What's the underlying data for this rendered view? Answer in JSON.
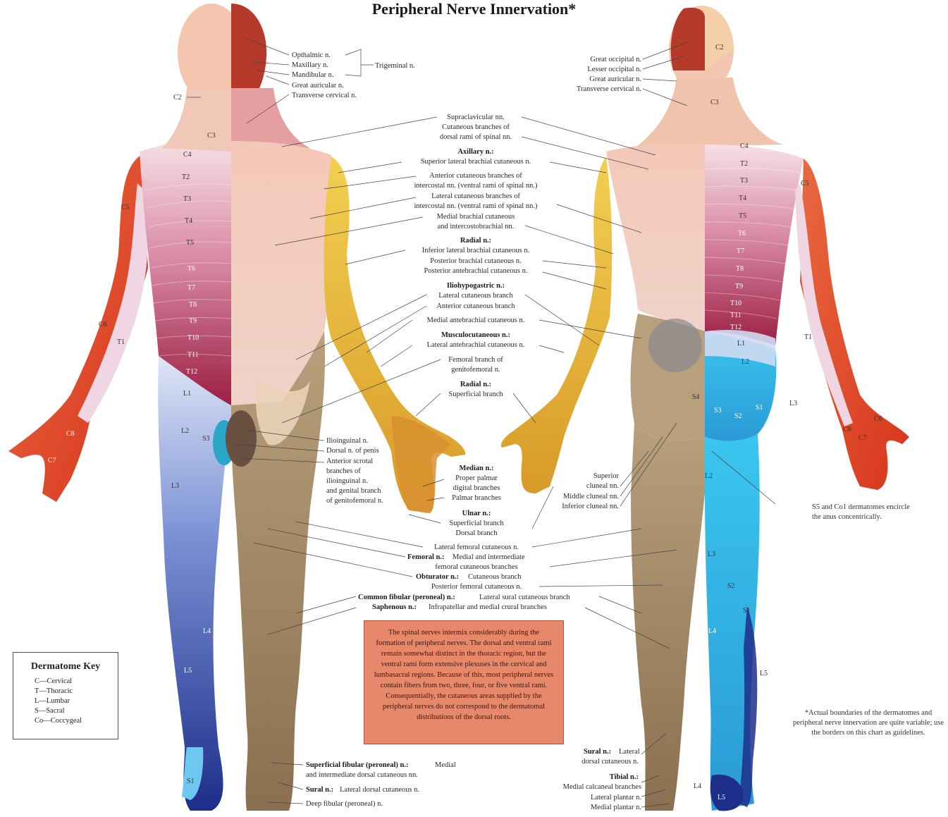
{
  "title": "Peripheral Nerve Innervation*",
  "key": {
    "title": "Dermatome Key",
    "items": [
      "C—Cervical",
      "T—Thoracic",
      "L—Lumbar",
      "S—Sacral",
      "Co—Coccygeal"
    ]
  },
  "info_box": "The spinal nerves intermix considerably during the formation of peripheral nerves. The dorsal and ventral rami remain somewhat distinct in the thoracic region, but the ventral rami form extensive plexuses in the cervical and lumbasacral regions. Because of this, most peripheral nerves contain fibers from two, three, four, or five ventral rami. Consequentially, the cutaneous areas supplied by the peripheral nerves do not correspond to the dermatomal distributions of the dorsal roots.",
  "footnote": "*Actual boundaries of the dermatomes and peripheral nerve innervation are quite variable; use the borders on this chart as guidelines.",
  "anus_note": "S5 and Co1 dermatomes encircle the anus concentrically.",
  "head_front": {
    "ophthalmic": "Opthalmic n.",
    "maxillary": "Maxillary n.",
    "mandibular": "Mandibular n.",
    "trigeminal": "Trigeminal n.",
    "great_auricular": "Great auricular n.",
    "transverse_cervical": "Transverse cervical n."
  },
  "head_back": {
    "great_occipital": "Great occipital n.",
    "lesser_occipital": "Lesser occipital n.",
    "great_auricular": "Great auricular n.",
    "transverse_cervical": "Transverse cervical n."
  },
  "center_labels": {
    "supraclavicular": "Supraclavicular nn.",
    "cutaneous_dorsal_1": "Cutaneous branches of",
    "cutaneous_dorsal_2": "dorsal rami of spinal nn.",
    "axillary": "Axillary n.:",
    "sup_lat_brachial": "Superior lateral brachial cutaneous n.",
    "ant_cut_1": "Anterior cutaneous branches of",
    "ant_cut_2": "intercostal nn. (ventral rami of spinal nn.)",
    "lat_cut_1": "Lateral cutaneous branches of",
    "lat_cut_2": "intercostal nn. (ventral rami of spinal nn.)",
    "medial_brachial_1": "Medial brachial cutaneous",
    "medial_brachial_2": "and intercostobrachial nn.",
    "radial": "Radial n.:",
    "inf_lat_brachial": "Inferior lateral brachial cutaneous n.",
    "post_brachial": "Posterior brachial cutaneous n.",
    "post_antebrachial": "Posterior antebrachial cutaneous n.",
    "iliohypogastric": "Iliohypogastric n.:",
    "lat_cut_branch": "Lateral cutaneous branch",
    "ant_cut_branch": "Anterior cutaneous branch",
    "medial_antebrachial": "Medial antebrachial cutaneous n.",
    "musculocutaneous": "Musculocutaneous n.:",
    "lat_antebrachial": "Lateral antebrachial cutaneous n.",
    "femoral_branch_1": "Femoral branch of",
    "femoral_branch_2": "genitofemoral n.",
    "radial2": "Radial n.:",
    "superficial_branch": "Superficial branch",
    "ilioinguinal": "Ilioinguinal n.",
    "dorsal_penis": "Dorsal n. of penis",
    "ant_scrotal_1": "Anterior scrotal",
    "ant_scrotal_2": "branches of",
    "ant_scrotal_3": "ilioinguinal n.",
    "ant_scrotal_4": "and genital branch",
    "ant_scrotal_5": "of genitofemoral n.",
    "median": "Median n.:",
    "proper_palmar_1": "Proper palmar",
    "proper_palmar_2": "digital branches",
    "palmar_branches": "Palmar branches",
    "ulnar": "Ulnar n.:",
    "ulnar_superficial": "Superficial branch",
    "ulnar_dorsal": "Dorsal branch",
    "superior_cluneal_1": "Superior",
    "superior_cluneal_2": "cluneal nn.",
    "middle_cluneal": "Middle cluneal nn.",
    "inferior_cluneal": "Inferior cluneal nn.",
    "lat_femoral": "Lateral femoral cutaneous n.",
    "femoral_n": "Femoral n.:",
    "femoral_medial_1": "Medial and intermediate",
    "femoral_medial_2": "femoral cutaneous branches",
    "obturator": "Obturator n.:",
    "obturator_branch": "Cutaneous branch",
    "post_femoral": "Posterior femoral cutaneous n.",
    "common_fibular": "Common fibular (peroneal) n.:",
    "common_fibular_branch": "Lateral sural cutaneous branch",
    "saphenous": "Saphenous n.:",
    "saphenous_branch": "Infrapatellar and medial crural branches"
  },
  "foot_labels": {
    "sup_fibular": "Superficial fibular (peroneal) n.:",
    "sup_fibular_text_1": "Medial",
    "sup_fibular_text_2": "and intermediate dorsal cutaneous nn.",
    "sural_front": "Sural n.:",
    "sural_front_text": "Lateral dorsal cutaneous n.",
    "deep_fibular": "Deep fibular (peroneal) n.",
    "sural_back": "Sural n.:",
    "sural_back_text_1": "Lateral",
    "sural_back_text_2": "dorsal cutaneous n.",
    "tibial": "Tibial n.:",
    "medial_calcaneal": "Medial calcaneal branches",
    "lateral_plantar": "Lateral plantar n.",
    "medial_plantar": "Medial plantar n."
  },
  "dermatomes_front": {
    "c2": "C2",
    "c3": "C3",
    "c4": "C4",
    "c5": "C5",
    "c6": "C6",
    "c7": "C7",
    "c8": "C8",
    "t1": "T1",
    "t2": "T2",
    "t3": "T3",
    "t4": "T4",
    "t5": "T5",
    "t6": "T6",
    "t7": "T7",
    "t8": "T8",
    "t9": "T9",
    "t10": "T10",
    "t11": "T11",
    "t12": "T12",
    "l1": "L1",
    "l2": "L2",
    "l3": "L3",
    "l4": "L4",
    "l5": "L5",
    "s1": "S1",
    "s3": "S3"
  },
  "dermatomes_back": {
    "c2": "C2",
    "c3": "C3",
    "c4": "C4",
    "c5": "C5",
    "c6": "C6",
    "c7": "C7",
    "c8": "C8",
    "t1": "T1",
    "t2": "T2",
    "t3": "T3",
    "t4": "T4",
    "t5": "T5",
    "t6": "T6",
    "t7": "T7",
    "t8": "T8",
    "t9": "T9",
    "t10": "T10",
    "t11": "T11",
    "t12": "T12",
    "l1": "L1",
    "l2": "L2",
    "l3": "L3",
    "l2b": "L2",
    "l3b": "L3",
    "l4": "L4",
    "l5": "L5",
    "l4b": "L4",
    "s1": "S1",
    "s2": "S2",
    "s3": "S3",
    "s4": "S4",
    "s1b": "S1",
    "s2b": "S2",
    "s5": "L5"
  },
  "colors": {
    "cervical": "#e0603a",
    "thoracic_light": "#f0d0dc",
    "thoracic_dark": "#a8254a",
    "lumbar_light": "#c8d4ee",
    "lumbar_dark": "#2a3c9a",
    "sacral": "#33bbe6",
    "nerve_yellow": "#e8c040",
    "nerve_brown": "#9a8060",
    "skin": "#f2c4b0",
    "info_box": "#e8886b"
  }
}
